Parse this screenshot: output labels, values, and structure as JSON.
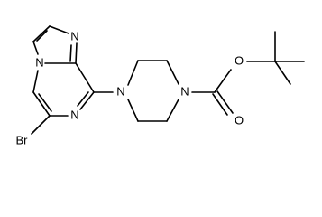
{
  "molecule": {
    "atom_labels": {
      "n_imidazole_top": "N",
      "n_bridgehead": "N",
      "n_pyrazine": "N",
      "bromine": "Br",
      "n_piperazine_left": "N",
      "n_piperazine_right": "N",
      "o_ester": "O",
      "o_carbonyl": "O"
    }
  }
}
